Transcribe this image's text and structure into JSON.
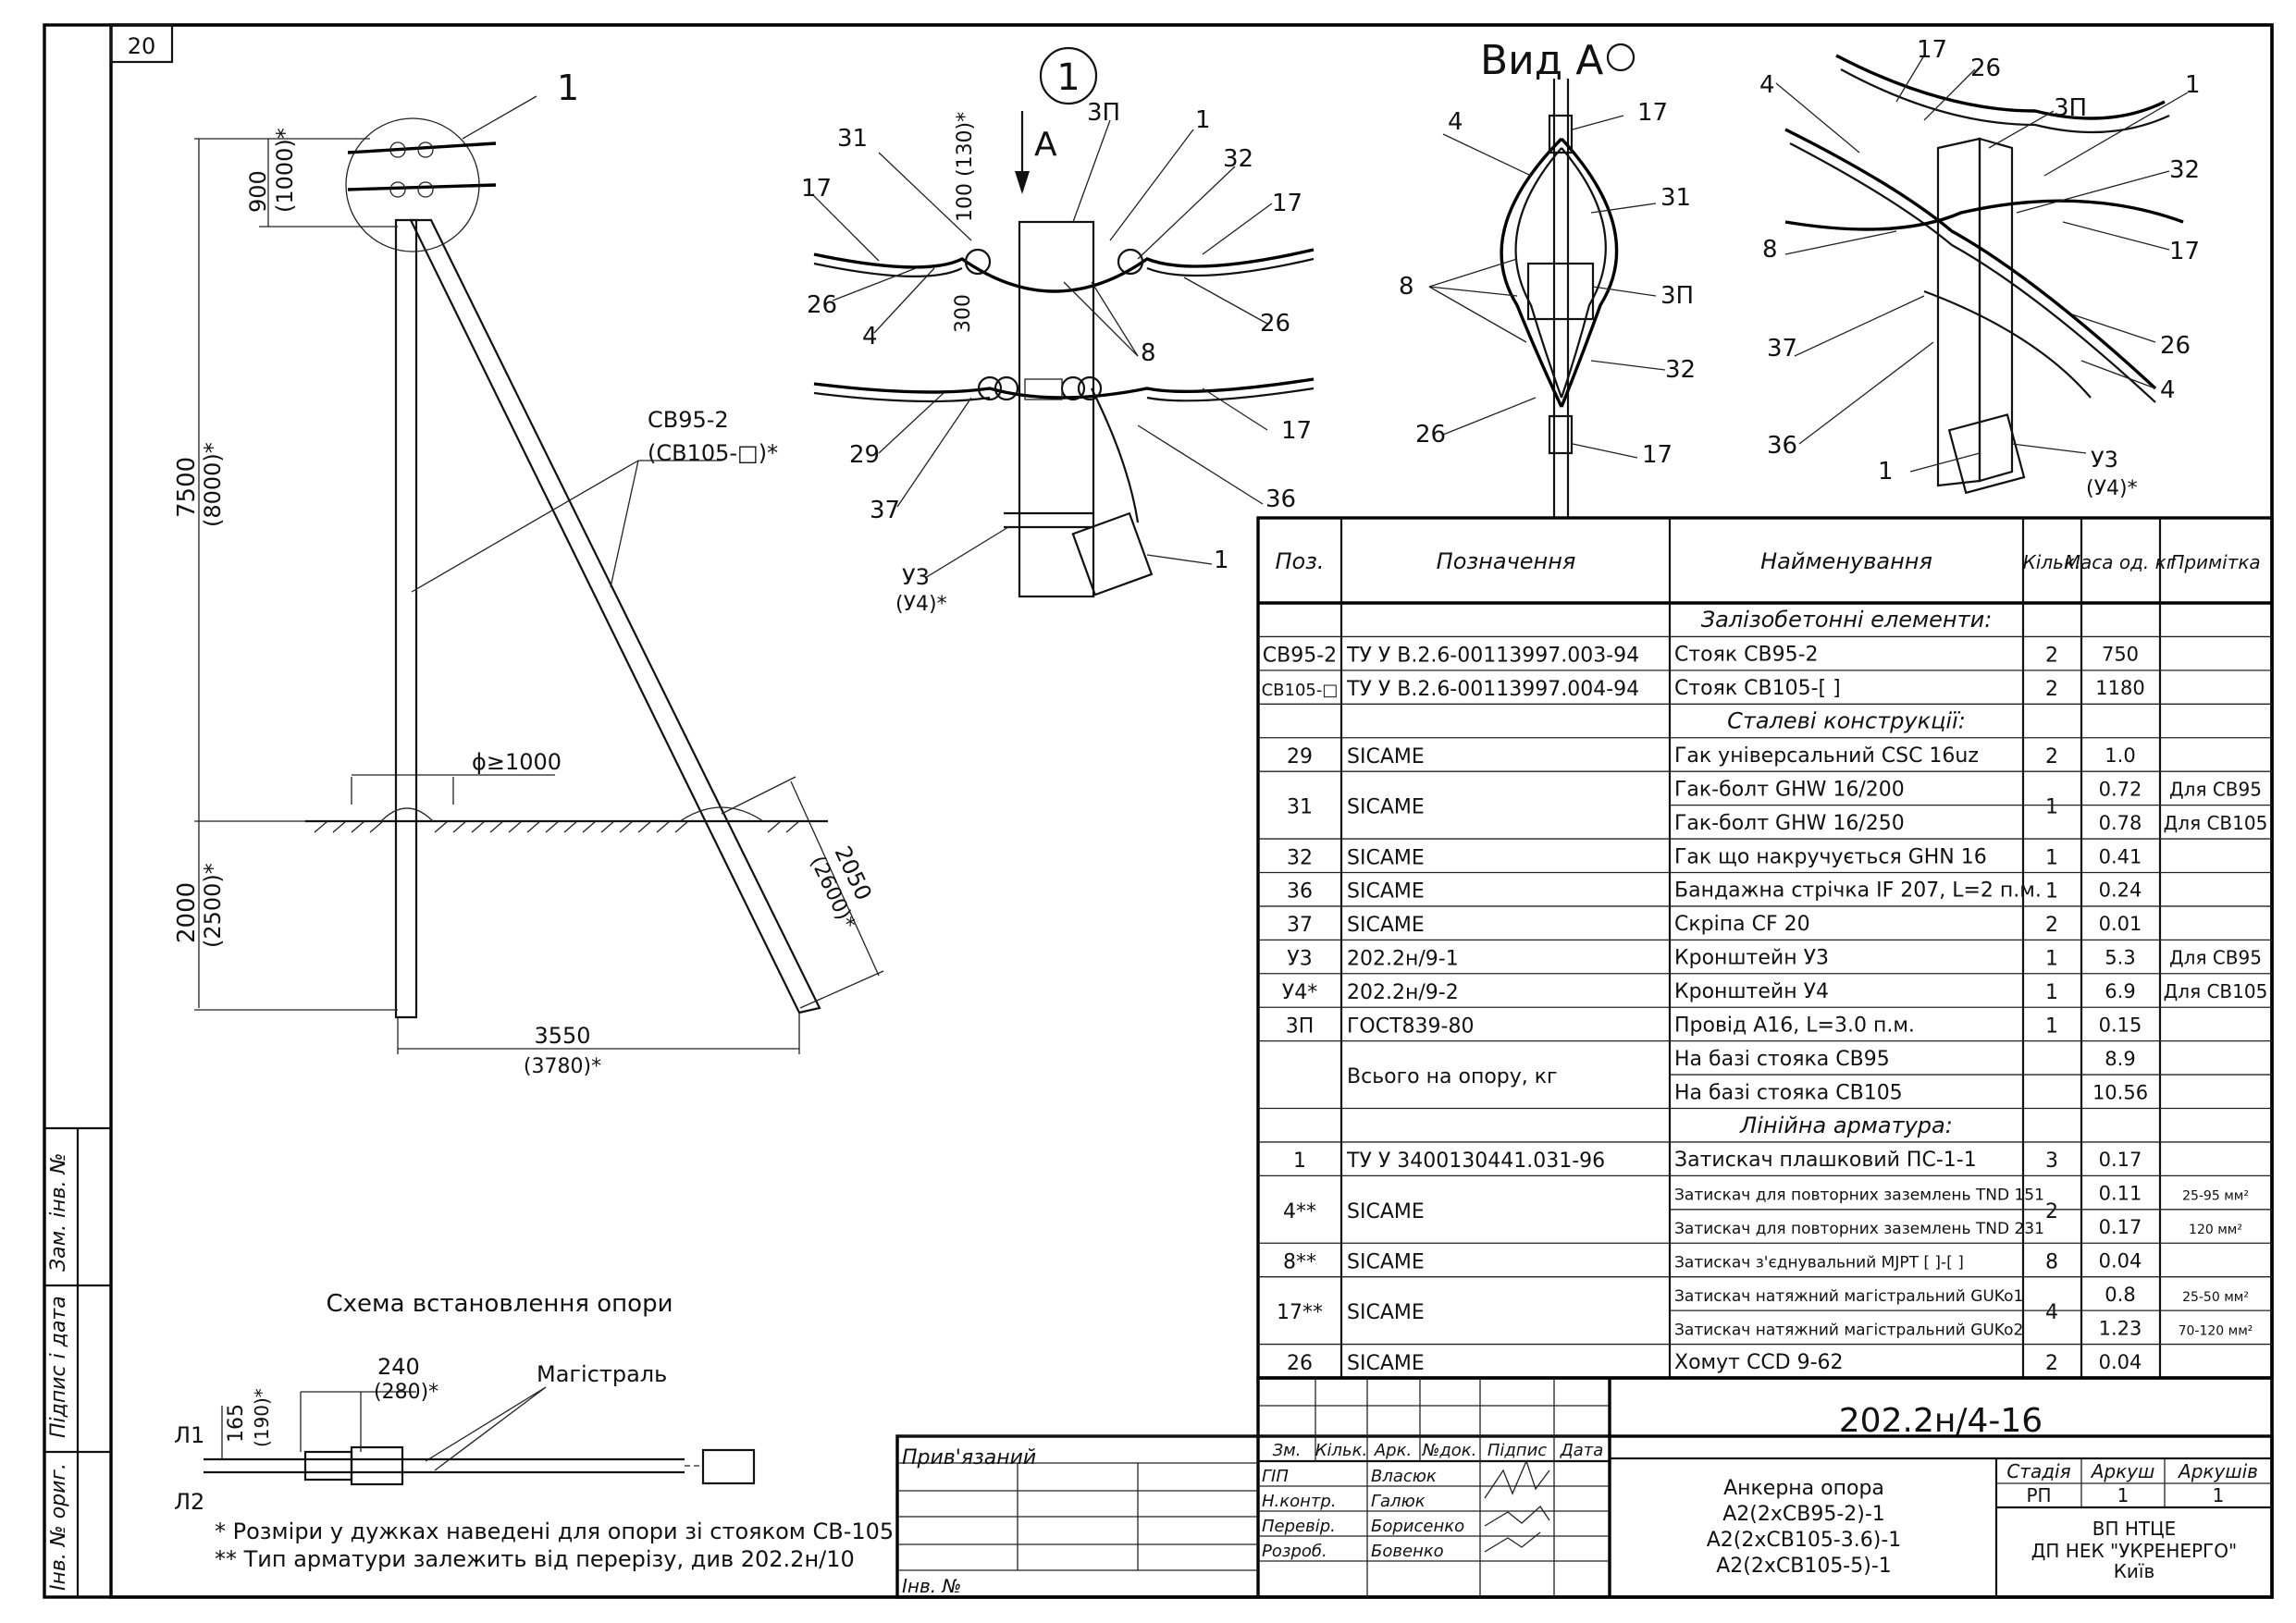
{
  "sheet_number": "20",
  "left_strip": [
    "Інв. № ориг.",
    "Підпис і дата",
    "Зам. інв. №"
  ],
  "pole": {
    "callout": "1",
    "top_dim": [
      "900",
      "(1000)*"
    ],
    "height_dim": [
      "7500",
      "(8000)*"
    ],
    "base_dim": [
      "2000",
      "(2500)*"
    ],
    "strut_label": [
      "СВ95-2",
      "(СВ105-□)*"
    ],
    "diameter": "ϕ≥1000",
    "strut_dim": [
      "2050",
      "(2600)*"
    ],
    "ground_dim": [
      "3550",
      "(3780)*"
    ]
  },
  "detail": {
    "title": "1",
    "arrow": "А",
    "dim_top": "100 (130)*",
    "dim_mid": "300",
    "labels": [
      "31",
      "3П",
      "1",
      "32",
      "17",
      "17",
      "26",
      "4",
      "8",
      "26",
      "29",
      "17",
      "37",
      "36",
      "У3",
      "(У4)*",
      "1"
    ]
  },
  "view_a": {
    "title": "Вид А",
    "labels": [
      "4",
      "17",
      "31",
      "8",
      "3П",
      "32",
      "26",
      "17"
    ]
  },
  "iso": {
    "labels": [
      "17",
      "26",
      "4",
      "3П",
      "1",
      "32",
      "8",
      "17",
      "37",
      "26",
      "4",
      "36",
      "1",
      "У3",
      "(У4)*"
    ]
  },
  "scheme": {
    "title": "Схема встановлення опори",
    "main_line": "Магістраль",
    "dim_w": [
      "240",
      "(280)*"
    ],
    "dim_h": [
      "165",
      "(190)*"
    ],
    "l1": "Л1",
    "l2": "Л2"
  },
  "notes": [
    "* Розміри у дужках наведені для опори зі стояком СВ-105",
    "** Тип арматури залежить від перерізу, див 202.2н/10"
  ],
  "table": {
    "headers": [
      "Поз.",
      "Позначення",
      "Найменування",
      "Кільк.",
      "Маса од. кг",
      "Примітка"
    ],
    "rows": [
      {
        "kind": "section",
        "name": "Залізобетонні елементи:"
      },
      {
        "pos": "СВ95-2",
        "des": "ТУ У В.2.6-00113997.003-94",
        "name": "Стояк СВ95-2",
        "qty": "2",
        "mass": "750",
        "note": ""
      },
      {
        "pos": "СВ105-□",
        "des": "ТУ У В.2.6-00113997.004-94",
        "name": "Стояк СВ105-[       ]",
        "qty": "2",
        "mass": "1180",
        "note": ""
      },
      {
        "kind": "section",
        "name": "Сталеві конструкції:"
      },
      {
        "pos": "29",
        "des": "SICAME",
        "name": "Гак універсальний CSC 16uz",
        "qty": "2",
        "mass": "1.0",
        "note": ""
      },
      {
        "pos": "31",
        "des": "SICAME",
        "name": "Гак-болт GHW 16/200",
        "qty": "1",
        "mass": "0.72",
        "note": "Для СВ95",
        "span": 2
      },
      {
        "name": "Гак-болт GHW 16/250",
        "mass": "0.78",
        "note": "Для СВ105"
      },
      {
        "pos": "32",
        "des": "SICAME",
        "name": "Гак що накручується GHN 16",
        "qty": "1",
        "mass": "0.41",
        "note": ""
      },
      {
        "pos": "36",
        "des": "SICAME",
        "name": "Бандажна стрічка IF 207, L=2 п.м.",
        "qty": "1",
        "mass": "0.24",
        "note": ""
      },
      {
        "pos": "37",
        "des": "SICAME",
        "name": "Скріпа CF 20",
        "qty": "2",
        "mass": "0.01",
        "note": ""
      },
      {
        "pos": "У3",
        "des": "202.2н/9-1",
        "name": "Кронштейн У3",
        "qty": "1",
        "mass": "5.3",
        "note": "Для СВ95"
      },
      {
        "pos": "У4*",
        "des": "202.2н/9-2",
        "name": "Кронштейн У4",
        "qty": "1",
        "mass": "6.9",
        "note": "Для СВ105"
      },
      {
        "pos": "3П",
        "des": "ГОСТ839-80",
        "name": "Провід А16, L=3.0 п.м.",
        "qty": "1",
        "mass": "0.15",
        "note": ""
      },
      {
        "pos": "",
        "des": "Всього на опору, кг",
        "name": "На базі стояка СВ95",
        "qty": "",
        "mass": "8.9",
        "note": "",
        "span": 2
      },
      {
        "name": "На базі стояка СВ105",
        "mass": "10.56",
        "note": ""
      },
      {
        "kind": "section",
        "name": "Лінійна арматура:"
      },
      {
        "pos": "1",
        "des": "ТУ У 3400130441.031-96",
        "name": "Затискач плашковий ПС-1-1",
        "qty": "3",
        "mass": "0.17",
        "note": ""
      },
      {
        "pos": "4**",
        "des": "SICAME",
        "name": "Затискач для повторних заземлень TND 151",
        "qty": "2",
        "mass": "0.11",
        "note": "25-95 мм²",
        "span": 2
      },
      {
        "name": "Затискач для повторних заземлень TND 231",
        "mass": "0.17",
        "note": "120 мм²"
      },
      {
        "pos": "8**",
        "des": "SICAME",
        "name": "Затискач з'єднувальний MJPT [   ]-[   ]",
        "qty": "8",
        "mass": "0.04",
        "note": ""
      },
      {
        "pos": "17**",
        "des": "SICAME",
        "name": "Затискач натяжний магістральний GUKo1",
        "qty": "4",
        "mass": "0.8",
        "note": "25-50 мм²",
        "span": 2
      },
      {
        "name": "Затискач натяжний магістральний GUKo2",
        "mass": "1.23",
        "note": "70-120 мм²"
      },
      {
        "pos": "26",
        "des": "SICAME",
        "name": "Хомут CCD 9-62",
        "qty": "2",
        "mass": "0.04",
        "note": ""
      }
    ]
  },
  "title_block": {
    "bound_label": "Прив'язаний",
    "inv_label": "Інв. №",
    "rev_headers": [
      "Зм.",
      "Кільк.",
      "Арк.",
      "№док.",
      "Підпис",
      "Дата"
    ],
    "roles": [
      {
        "role": "ГІП",
        "name": "Власюк"
      },
      {
        "role": "Н.контр.",
        "name": "Галюк"
      },
      {
        "role": "Перевір.",
        "name": "Борисенко"
      },
      {
        "role": "Розроб.",
        "name": "Бовенко"
      }
    ],
    "doc_code": "202.2н/4-16",
    "title_lines": [
      "Анкерна опора",
      "А2(2хСВ95-2)-1",
      "А2(2хСВ105-3.6)-1",
      "А2(2хСВ105-5)-1"
    ],
    "stage_headers": [
      "Стадія",
      "Аркуш",
      "Аркушів"
    ],
    "stage_values": [
      "РП",
      "1",
      "1"
    ],
    "org_lines": [
      "ВП НТЦЕ",
      "ДП НЕК \"УКРЕНЕРГО\"",
      "Київ"
    ]
  }
}
